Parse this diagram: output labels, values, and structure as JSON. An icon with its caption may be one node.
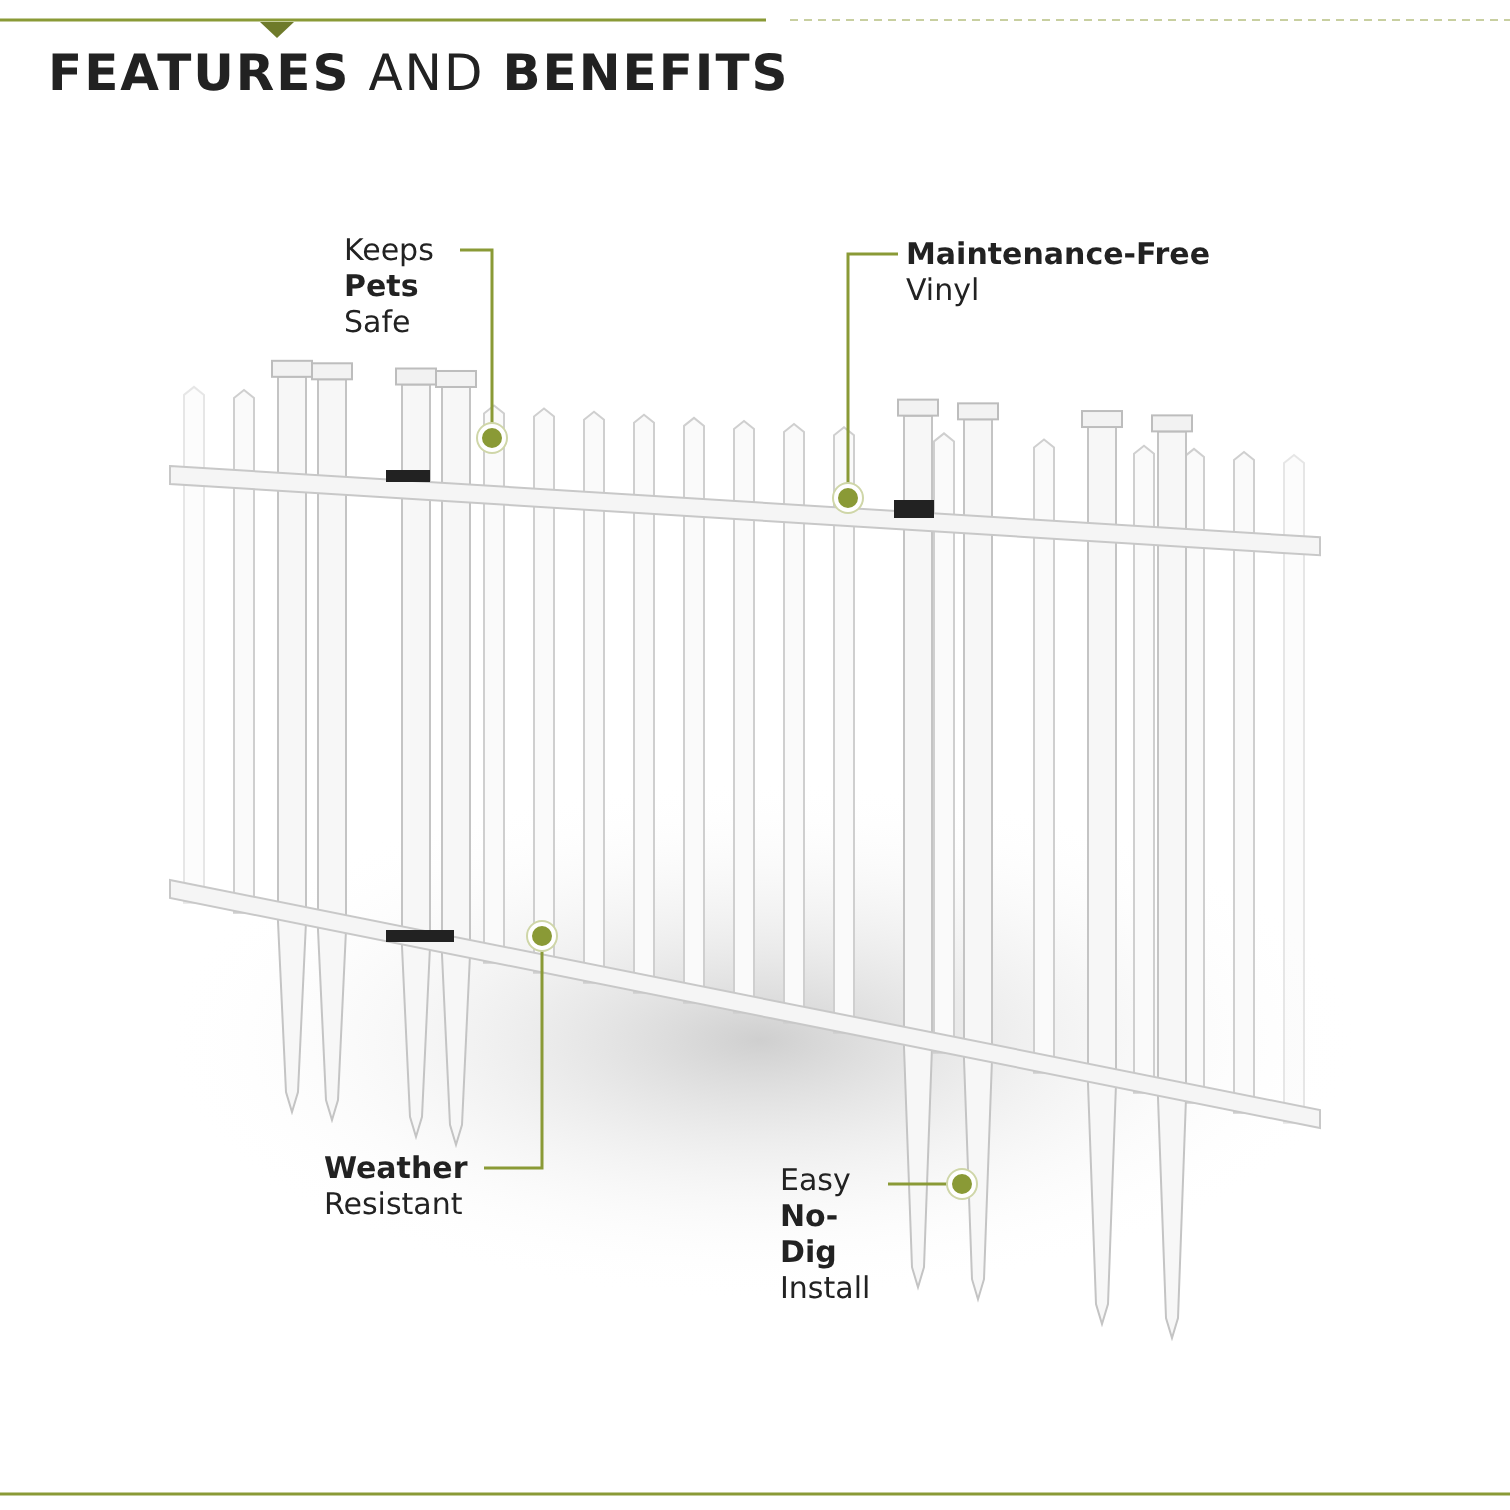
{
  "diagram": {
    "title": "**FEATURES** AND **BENEFITS**",
    "nodes": [
      {
        "text": [
          "Keeps **Pets** Safe"
        ]
      },
      {
        "text": [],
        "shape": "circle"
      },
      {
        "text": [
          "**Maintenance-Free** Vinyl"
        ]
      },
      {
        "text": [],
        "shape": "circle"
      },
      {
        "text": [
          "**Weather** Resistant"
        ]
      },
      {
        "text": [],
        "shape": "circle"
      },
      {
        "text": [
          "Easy **No-Dig** Install"
        ]
      },
      {
        "text": [],
        "shape": "circle"
      }
    ],
    "edges": [
      {
        "from": 0,
        "to": 1,
        "arrow": "none"
      },
      {
        "from": 2,
        "to": 3,
        "arrow": "none"
      },
      {
        "from": 4,
        "to": 5,
        "arrow": "none"
      },
      {
        "from": 6,
        "to": 7,
        "arrow": "none"
      }
    ]
  }
}
